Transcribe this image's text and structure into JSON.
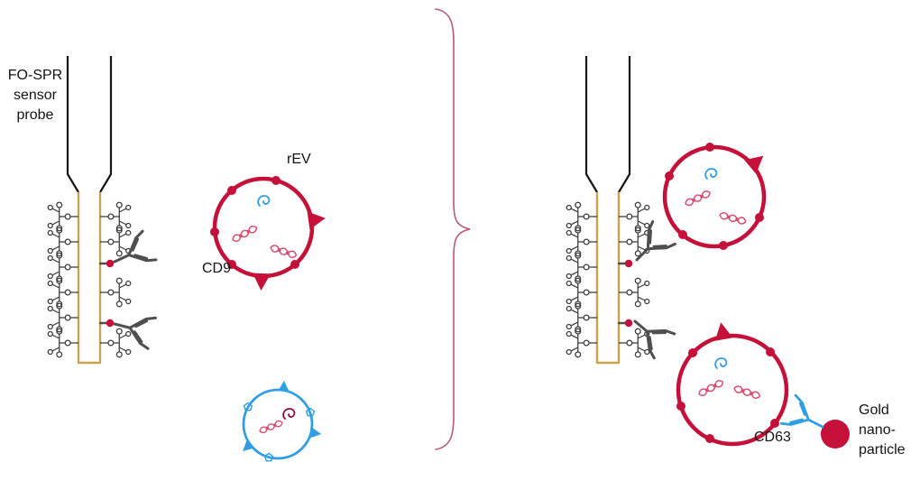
{
  "diagram": {
    "left_panel": {
      "probe_label_lines": [
        "FO-SPR",
        "sensor",
        "probe"
      ],
      "rev_label": "rEV",
      "cd9_label": "CD9"
    },
    "right_panel": {
      "cd63_label": "CD63",
      "gold_np_label_lines": [
        "Gold",
        "nano-",
        "particle"
      ]
    },
    "colors": {
      "red": "#c51039",
      "blue": "#2f9ee5",
      "gold": "#c9a350",
      "antibody_gray": "#4f4f4f",
      "dna_pink": "#d84f72",
      "cargo_darkred": "#8e1132",
      "brace": "#b85a70",
      "outline": "#161616",
      "background": "#ffffff"
    }
  }
}
